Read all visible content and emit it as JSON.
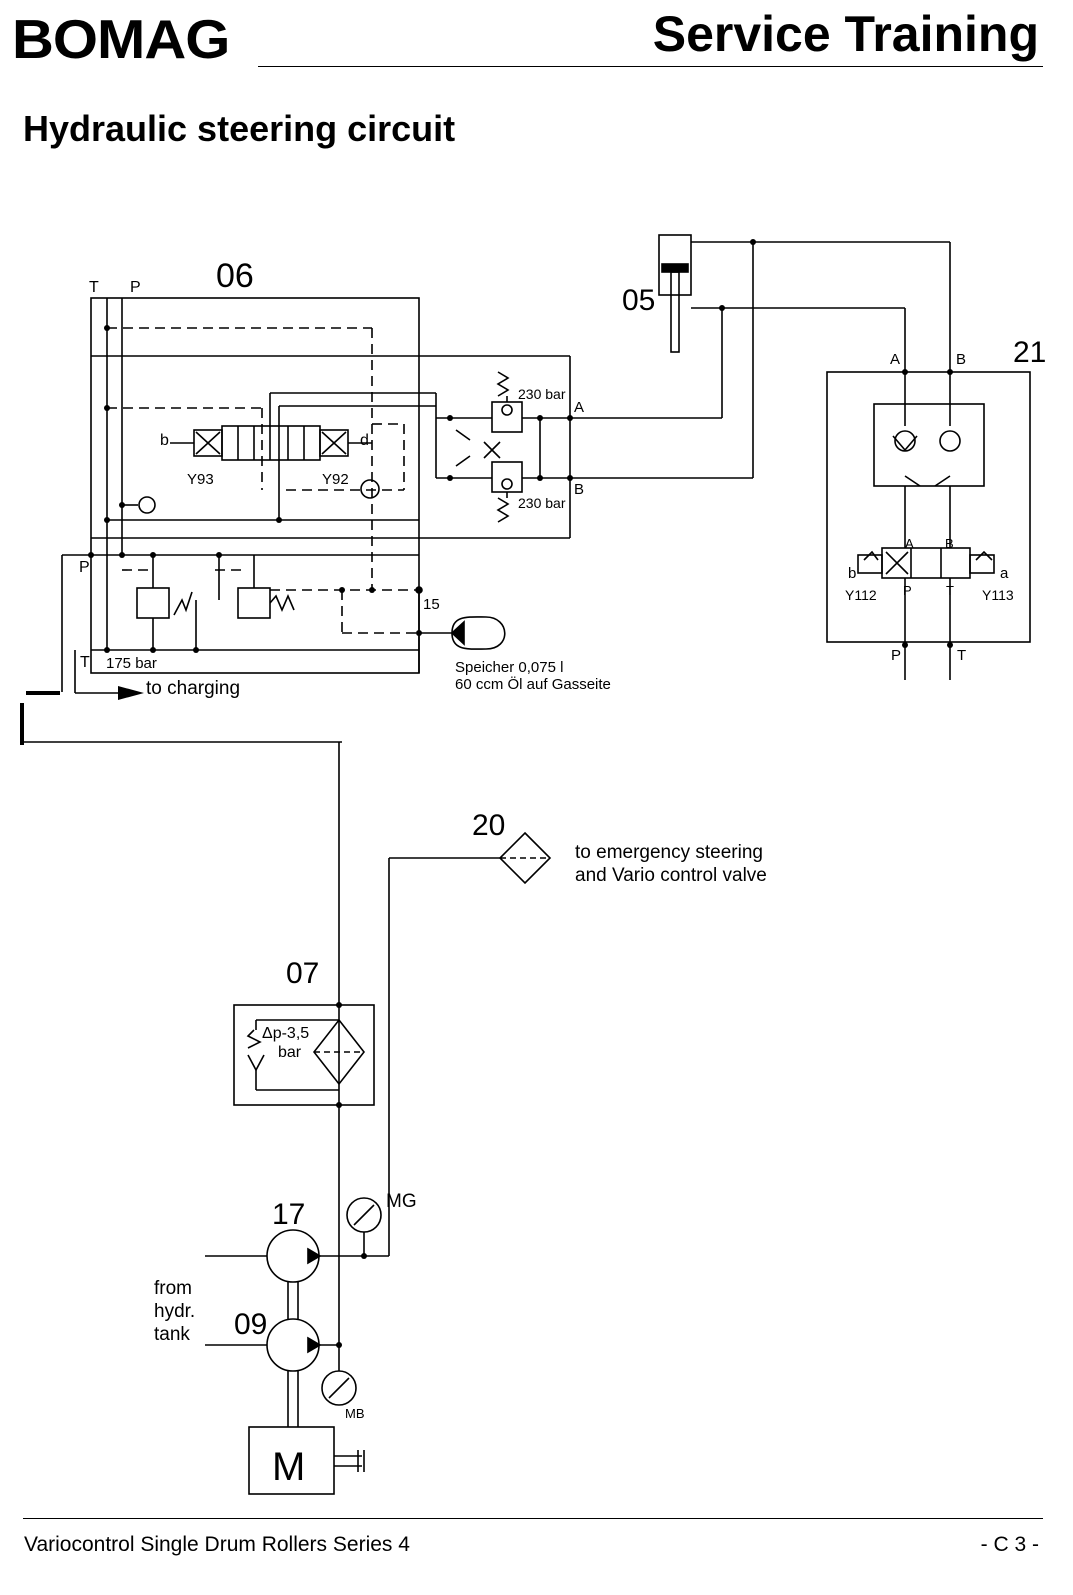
{
  "header": {
    "logo_text": "BOMAG",
    "title": "Service Training"
  },
  "page_title": "Hydraulic steering circuit",
  "components": {
    "c06": "06",
    "c05": "05",
    "c21": "21",
    "c20": "20",
    "c07": "07",
    "c17": "17",
    "c09": "09",
    "c15": "15"
  },
  "labels": {
    "T": "T",
    "P": "P",
    "A": "A",
    "B": "B",
    "b": "b",
    "d": "d",
    "a": "a",
    "y93": "Y93",
    "y92": "Y92",
    "y112": "Y112",
    "y113": "Y113",
    "bar230a": "230 bar",
    "bar230b": "230 bar",
    "bar175": "175 bar",
    "dp1": "Δp-3,5",
    "dp2": "bar",
    "speicher1": "Speicher 0,075 l",
    "speicher2": "60 ccm Öl auf Gasseite",
    "mg": "MG",
    "mb": "MB",
    "m": "M",
    "to_charging": "to charging",
    "emerg1": "to emergency steering",
    "emerg2": "and Vario control valve",
    "from1": "from",
    "from2": "hydr.",
    "from3": "tank"
  },
  "footer": {
    "left": "Variocontrol  Single Drum Rollers Series 4",
    "right": "- C 3 -"
  }
}
